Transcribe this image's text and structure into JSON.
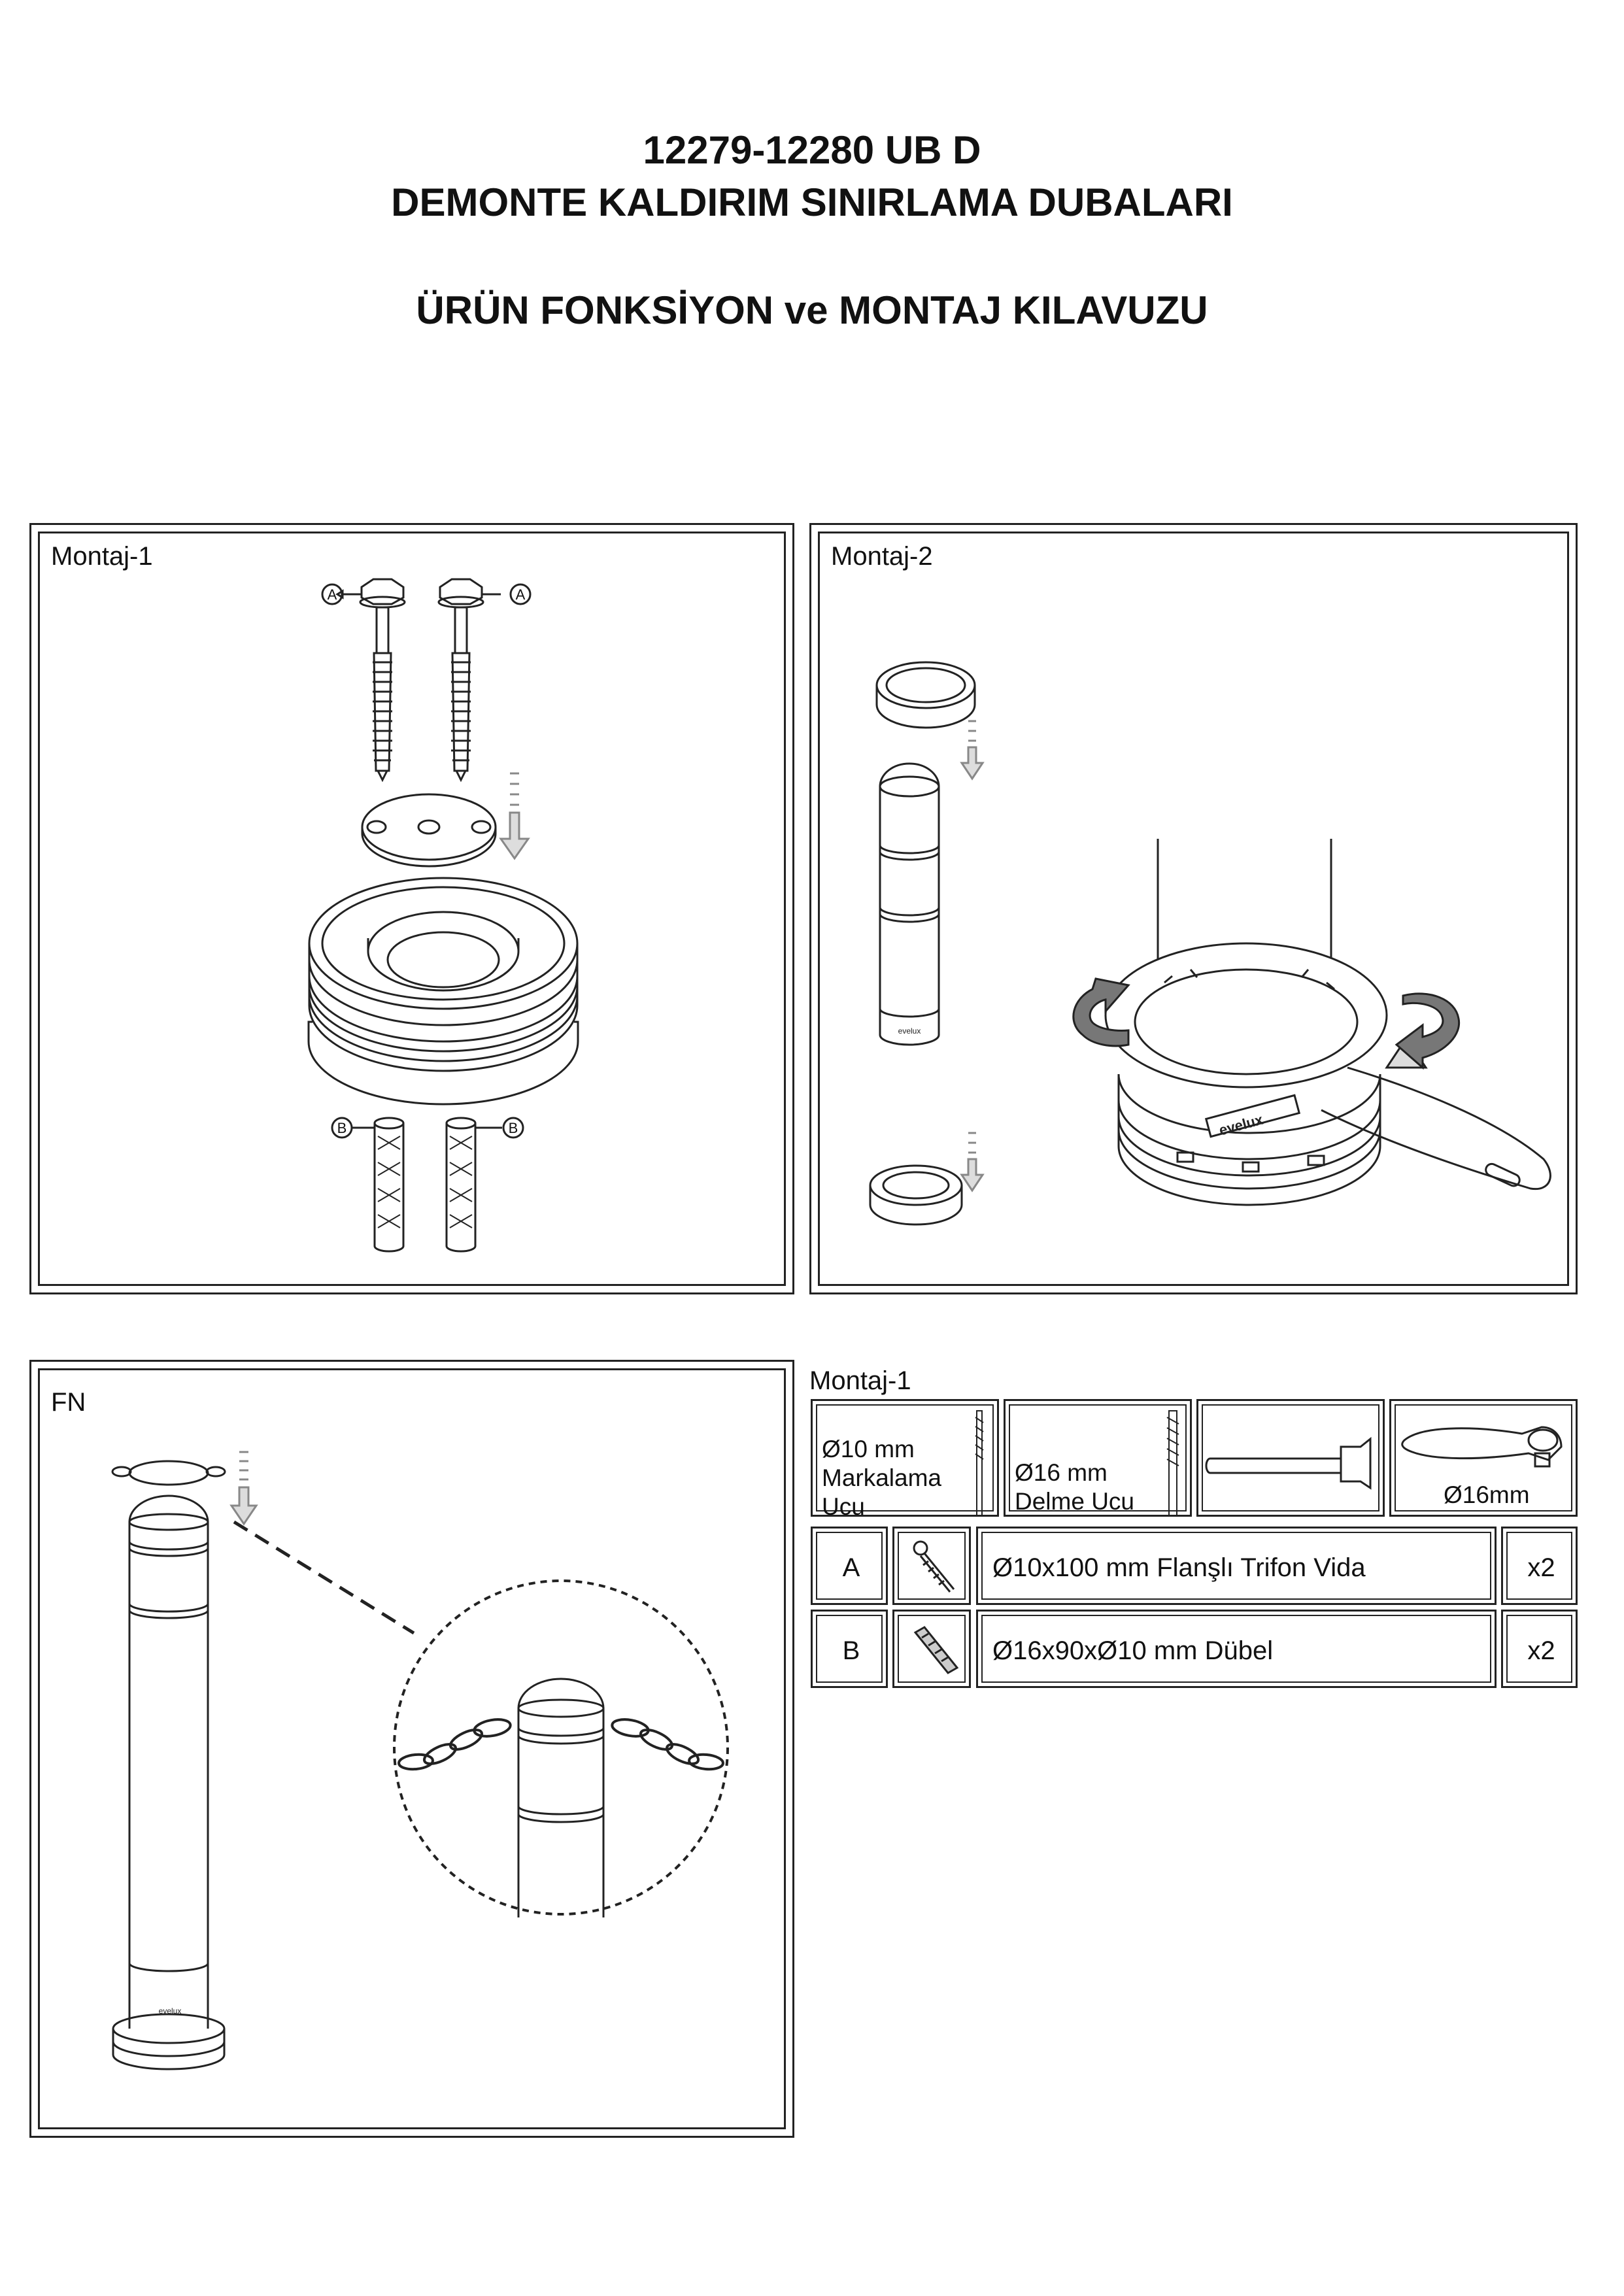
{
  "header": {
    "line1": "12279-12280 UB D",
    "line2": "DEMONTE KALDIRIM SINIRLAMA DUBALARI",
    "line3": "ÜRÜN FONKSİYON ve MONTAJ KILAVUZU"
  },
  "panels": {
    "montaj1": {
      "label": "Montaj-1",
      "callout_a": "A",
      "callout_b": "B"
    },
    "montaj2": {
      "label": "Montaj-2",
      "brand": "evelux"
    },
    "fn": {
      "label": "FN",
      "brand": "evelux"
    }
  },
  "parts_table": {
    "title": "Montaj-1",
    "tools": [
      {
        "label_lines": [
          "Ø10 mm",
          "Markalama",
          "Ucu"
        ],
        "icon": "marking-drill-bit-icon"
      },
      {
        "label_lines": [
          "Ø16 mm",
          "Delme Ucu"
        ],
        "icon": "drill-bit-icon"
      },
      {
        "label_lines": [],
        "icon": "hammer-icon"
      },
      {
        "label_lines": [
          "Ø16mm"
        ],
        "icon": "ratchet-wrench-icon"
      }
    ],
    "rows": [
      {
        "id": "A",
        "icon": "flange-screw-icon",
        "description": "Ø10x100 mm Flanşlı Trifon Vida",
        "qty": "x2"
      },
      {
        "id": "B",
        "icon": "wall-plug-icon",
        "description": "Ø16x90xØ10 mm Dübel",
        "qty": "x2"
      }
    ]
  }
}
